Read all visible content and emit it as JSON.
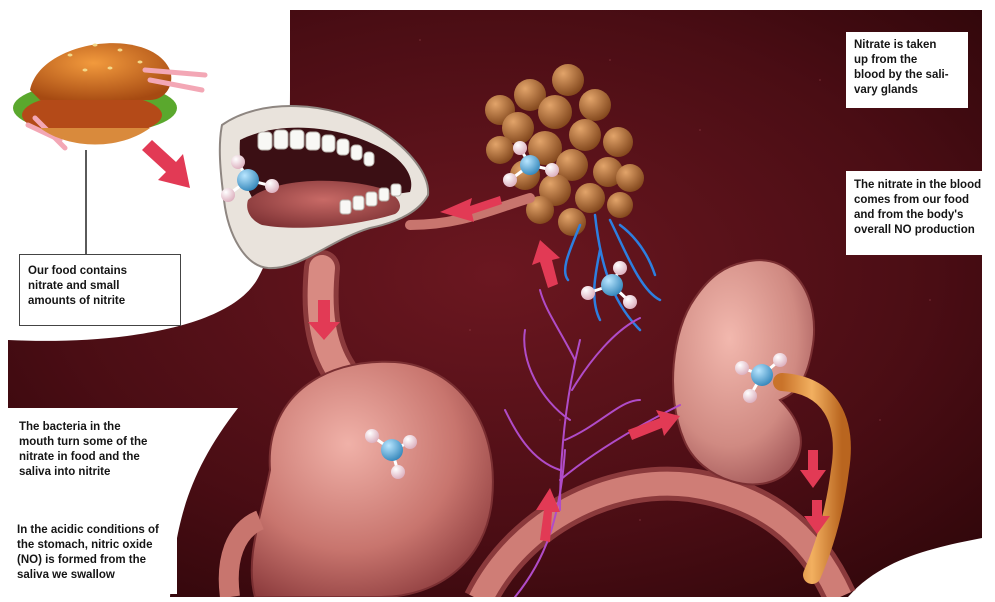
{
  "callouts": {
    "food": "Our food contains\nnitrate and small\namounts of nitrite",
    "bacteria": "The bacteria in the\nmouth turn some of the\nnitrate in food and the\nsaliva into nitrite",
    "stomach": "In the acidic conditions of\nthe stomach, nitric oxide\n(NO) is formed from the\nsaliva we swallow",
    "salivary": "Nitrate is taken\nup from the\nblood by the sali-\nvary glands",
    "blood": "The nitrate in the blood\ncomes from our food\nand from the body's\noverall NO production"
  },
  "colors": {
    "background": "#4a0d14",
    "tissue": "#d98a84",
    "arrow": "#e23a55",
    "vessel_blue": "#2d7fe0",
    "vessel_purple": "#b04cc8",
    "nitrogen_atom": "#4fa9d8",
    "oxygen_atom": "#f3d7e0",
    "gland": "#a8622c"
  }
}
